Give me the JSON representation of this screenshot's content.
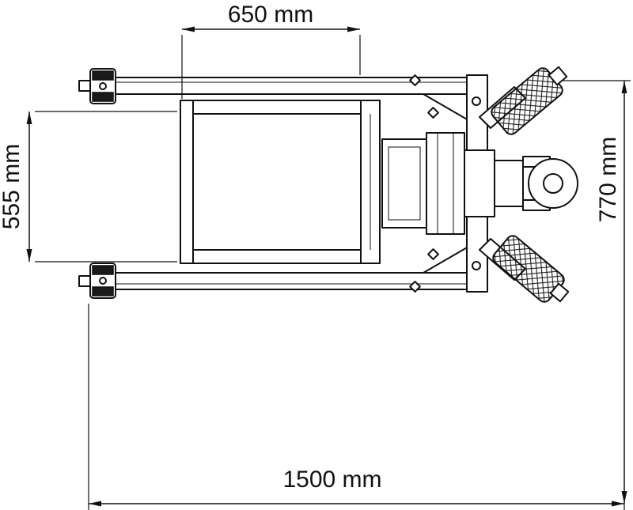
{
  "dimensions": {
    "top": "650 mm",
    "left": "555 mm",
    "right": "770 mm",
    "bottom": "1500 mm"
  },
  "drawing": {
    "stroke_color": "#111111",
    "background_color": "#ffffff"
  }
}
